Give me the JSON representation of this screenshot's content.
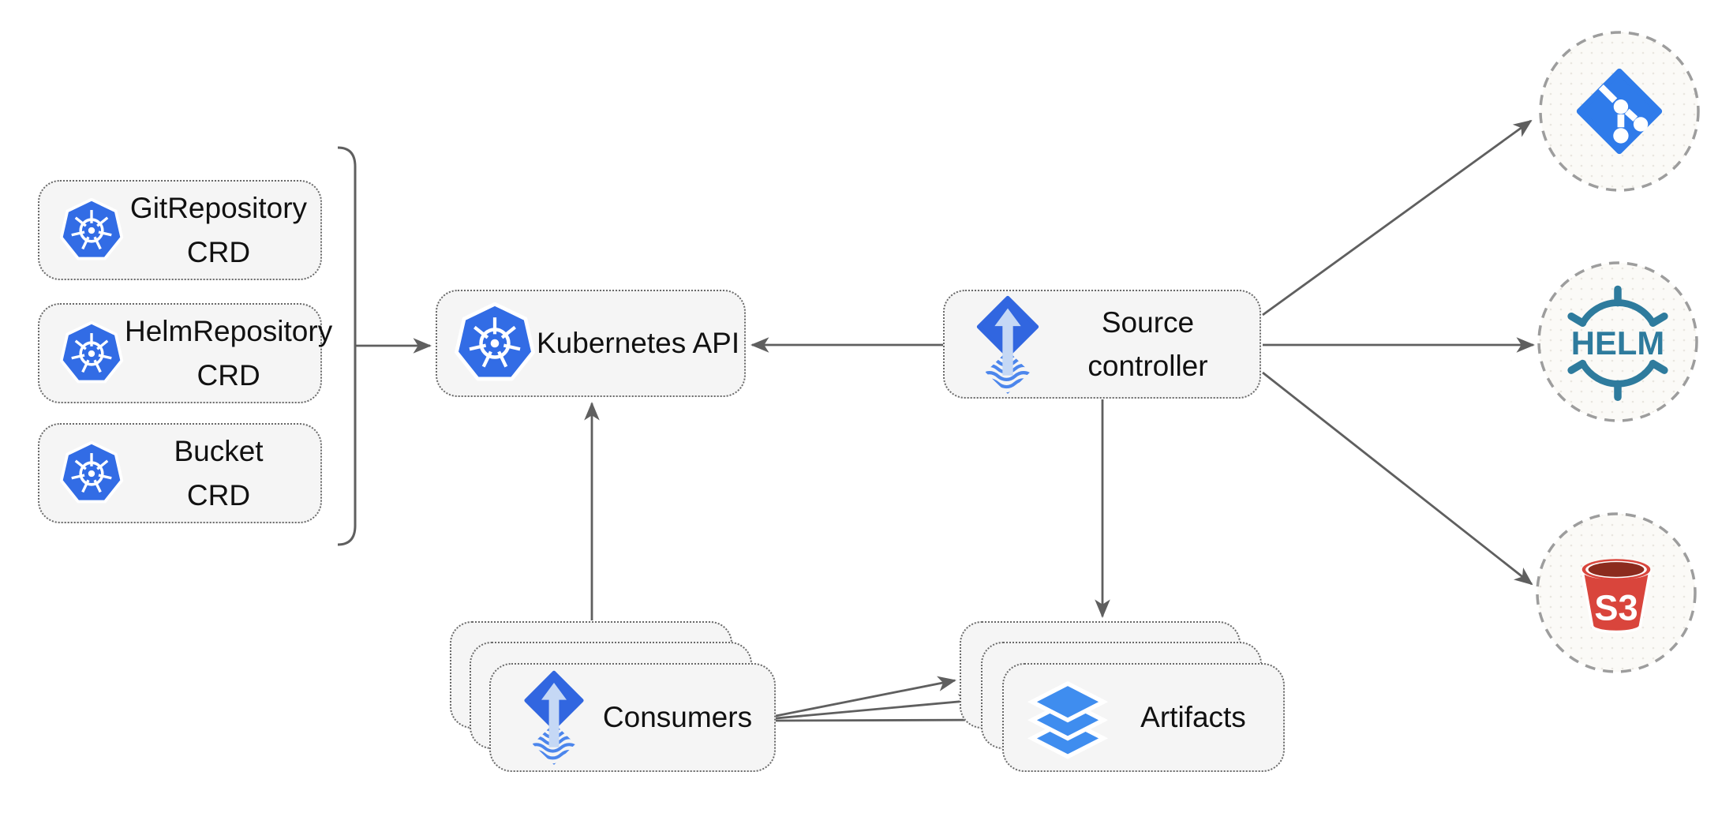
{
  "nodes": {
    "crd_boxes": [
      {
        "line1": "GitRepository",
        "line2": "CRD",
        "icon": "kubernetes-icon"
      },
      {
        "line1": "HelmRepository",
        "line2": "CRD",
        "icon": "kubernetes-icon"
      },
      {
        "line1": "Bucket",
        "line2": "CRD",
        "icon": "kubernetes-icon"
      }
    ],
    "kubernetes_api": {
      "label": "Kubernetes API",
      "icon": "kubernetes-icon"
    },
    "source_controller": {
      "line1": "Source",
      "line2": "controller",
      "icon": "flux-source-icon"
    },
    "consumers": {
      "label": "Consumers",
      "icon": "flux-source-icon"
    },
    "artifacts": {
      "label": "Artifacts",
      "icon": "artifact-layers-icon"
    }
  },
  "targets": {
    "git": {
      "icon": "git-icon"
    },
    "helm": {
      "icon": "helm-icon",
      "label": "HELM"
    },
    "s3": {
      "icon": "s3-bucket-icon",
      "label": "S3"
    }
  },
  "colors": {
    "box_fill": "#f5f5f5",
    "box_border": "#6a6a6a",
    "arrow_gray": "#5f5f5f",
    "text_color": "#111111",
    "kubernetes_blue": "#326ce5",
    "flux_blue": "#3166e0",
    "flux_arrow_light": "#c5d8f5",
    "wave_blue": "#4c86ec",
    "artifact_blue": "#3f8def",
    "git_blue": "#2f7bea",
    "helm_teal": "#2e7b9d",
    "s3_red": "#d9453c",
    "s3_dark": "#8c2b1e",
    "circle_fill": "#fbfaf7",
    "circle_border": "#9d9d9d",
    "circle_dot": "#e9e6e0"
  }
}
